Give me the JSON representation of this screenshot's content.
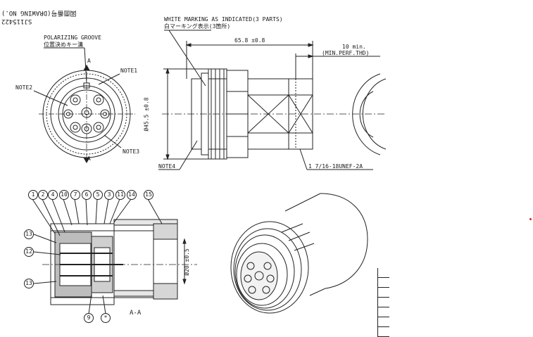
{
  "drawing": {
    "drawing_no_label": "図面番号(DRAWING NO.)",
    "drawing_no": "SJ115422",
    "front_view": {
      "polarizing_groove_en": "POLARIZING GROOVE",
      "polarizing_groove_ja": "位置決めキー溝",
      "note1": "NOTE1",
      "note2": "NOTE2",
      "note3": "NOTE3",
      "section_a_top": "A",
      "section_a_bottom": "A"
    },
    "side_view": {
      "marking_en": "WHITE MARKING AS INDICATED(3 PARTS)",
      "marking_ja": "白マーキング表示(3箇所)",
      "length_dim": "65.8 ±0.8",
      "thread_min": "10 min.",
      "thread_perf": "(MIN.PERF.THD)",
      "diameter_dim": "Ø45.5 ±0.8",
      "note4": "NOTE4",
      "thread_spec": "1 7/16-18UNEF-2A"
    },
    "section_view": {
      "callouts_top": [
        "1",
        "2",
        "4",
        "10",
        "7",
        "6",
        "5",
        "3",
        "11",
        "14",
        "15"
      ],
      "callouts_left": [
        "13",
        "12",
        "13"
      ],
      "callouts_bottom": [
        "9",
        "*"
      ],
      "inner_diameter_dim": "Ø20 ±0.5",
      "caption": "A-A"
    }
  }
}
